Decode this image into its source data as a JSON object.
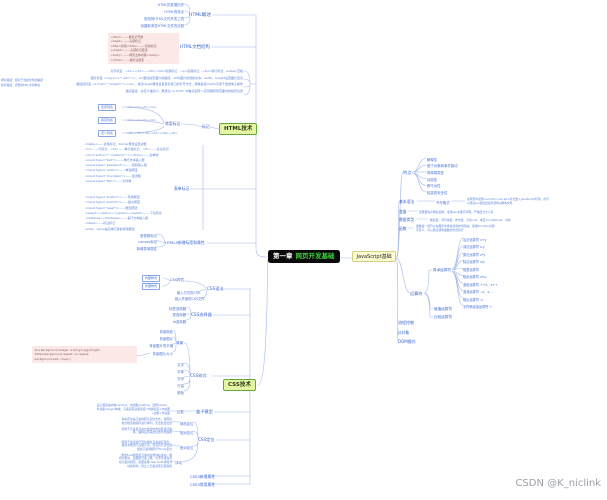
{
  "watermark": "CSDN @K_niclink",
  "center": {
    "chapter": "第一章",
    "title": "网页开发基础"
  },
  "html": {
    "label": "HTML技术",
    "overview": {
      "label": "HTML概述",
      "leaves": [
        "HTML的发展历史",
        "HTML的特点",
        "常用的HTML文件开发工具",
        "创建和浏览HTML文件的过程"
      ]
    },
    "doc": {
      "label": "HTML文档结构",
      "note": "<html> ——根标记开始\n<head> ——头部标记\n<title>标题</title> ——标题标记\n</head> ——头部标记结束\n<body> ——网页主体内容</body>\n</html> ——根标记结束"
    },
    "tags": {
      "label": "标记",
      "common_label": "常用标记",
      "note1": "文字标签：<h1></h1>~<h6></h6>标题标记、<p>段落标记、<br/>换行标记、&nbsp;空格",
      "note2": "图片标签 <img src=\"\" alt=\"\"/>，src属性指定图片的路径，alt为图片的替换文本，width、height设置图片宽高",
      "note3": "超链接标签 <a href=\"\" target=\"\"></a>，通过target属性设置目标窗口的打开方式，特殊链接mailto可用于发送电子邮件",
      "note4": "锚点链接：先定义锚点id，再通过<a href=\"#锚点名称\">实现跳转到页面内的指定位置",
      "path_notes": "相对路径：相对于当前文件的路径\n绝对路径：完整的URL访问地址",
      "list_boxes": [
        {
          "title": "无序列表",
          "code": "<ul><li></li></ul>"
        },
        {
          "title": "有序列表",
          "code": "<ol><li></li></ol>"
        },
        {
          "title": "定义列表",
          "code": "<dl><dt></dt><dd></dd></dl>"
        }
      ]
    },
    "form": {
      "label": "表单标记",
      "notes1": "<table>——表格标记，border属性设置边框\n<tr>——行标记、<td>——单元格标记、<th>——表头标记\n<form action=\"\" method=\"\"></form>——表单域\n<input type=\"text\"/>——单行文本输入框\n<input type=\"password\"/>——密码输入框\n<input type=\"radio\"/>——单选按钮\n<input type=\"checkbox\"/>——复选框\n<input type=\"file\"/>——文件域",
      "notes2": "<input type=\"button\"/>——普通按钮\n<input type=\"submit\"/>——提交按钮\n<input type=\"reset\"/>——重置按钮\n<select><option></option></select>——下拉列表\n<textarea></textarea>——多行文本输入框\n<label>——标注标记\nname、value是表单元素的通用属性"
    },
    "html5": {
      "label": "HTML5新增标签和属性",
      "leaves": [
        "音视频标记",
        "canvas标记",
        "新增表单属性"
      ]
    }
  },
  "css": {
    "label": "CSS技术",
    "syntax": {
      "label": "CSS语法",
      "style_label": "CSS样式",
      "boxes": [
        "内部样式",
        "外部样式"
      ],
      "leaves": [
        "嵌入方式的CSS",
        "链入外部的CSS文件"
      ]
    },
    "selectors": {
      "label": "CSS选择器",
      "leaves": [
        "标签选择器",
        "类选择器",
        "id选择器"
      ]
    },
    "styles": {
      "label": "CSS样式",
      "bg_label": "背景",
      "bg_leaves": [
        "背景颜色",
        "背景图片",
        "背景图片的平铺",
        "背景图片大小"
      ],
      "bg_note": "div{background-image: url(img/1.jpg);height:\n200px;background-repeat: no-repeat;\nbackground-size: cover;}",
      "text_leaves": [
        "文字",
        "字体",
        "字号",
        "行高",
        "颜色"
      ]
    },
    "box": {
      "label": "盒子模型",
      "child": "边框",
      "note": "盒子模型由内容content、内边距padding、边框border、外边距margin构成，元素实际占据宽度=内容宽度+内边距+边框+外边距"
    },
    "position": {
      "label": "CSS定位",
      "items": [
        {
          "label": "静态定位",
          "note": "静态定位是元素的默认定位方式，按照标\n准文档流的顺序进行排列，无法改变位置"
        },
        {
          "label": "相对定位",
          "note": "相对于元素自身在文档流中的位置进行偏\n移，偏移后原来的位置仍然保留"
        },
        {
          "label": "绝对定位",
          "note": "相对于最近的已定位祖先元素进行定位，\n脱离文档流不占据空间，若没有已定位的\n祖先元素则相对于body定位"
        },
        {
          "label": "浮动",
          "note": "通过float属性使元素向左或向右浮动，脱\n离文档流，后面的元素上移、文字环绕在浮\n动元素的周围，需要使用clear:both清除浮\n动的影响，防止父元素出现高度塌陷"
        }
      ]
    },
    "extra1": "CSS3新增属性",
    "extra2": "CSS3常用属性"
  },
  "js": {
    "label": "JavaScript基础",
    "traits": {
      "label": "特点",
      "leaves": [
        "解释性",
        "基于对象和事件驱动",
        "简单弱类型",
        "动态性",
        "跨平台性",
        "较高的安全性"
      ]
    },
    "syntax": {
      "label": "基本语法",
      "mid": "书写格式",
      "note": "在网页中使用<script></script>标记嵌入JavaScript代码，也可\n以通过src属性链接外部的js脚本文件"
    },
    "variable": {
      "label": "变量",
      "note": "变量要先声明后使用，使用var关键字声明，严格区分大小写"
    },
    "datatype": {
      "label": "数据类型",
      "note": "数值型、字符串型、布尔型、空值null、未定义undefined、对象"
    },
    "func": {
      "label": "函数",
      "note": "函数是一组可以在程序中重复使用的代码块，使用function关键\n字定义，可以通过调用函数的方式执行"
    },
    "operators": {
      "label": "运算符",
      "arith_label": "算术运算符",
      "arith_leaves": [
        "加法运算符 x+y",
        "减法运算符 x-y",
        "乘法运算符 x*y",
        "除法运算符 x/y",
        "取整运算符",
        "取余运算符 x%y",
        "递增运算符 ++x、x++",
        "递减运算符 --x、x--",
        "取反运算符 -x",
        "字符串连接运算符 +"
      ],
      "others": [
        "赋值运算符",
        "比较运算符"
      ]
    },
    "flow": "流程控制",
    "jsobj": "js对象",
    "dom": "DOM操作"
  }
}
